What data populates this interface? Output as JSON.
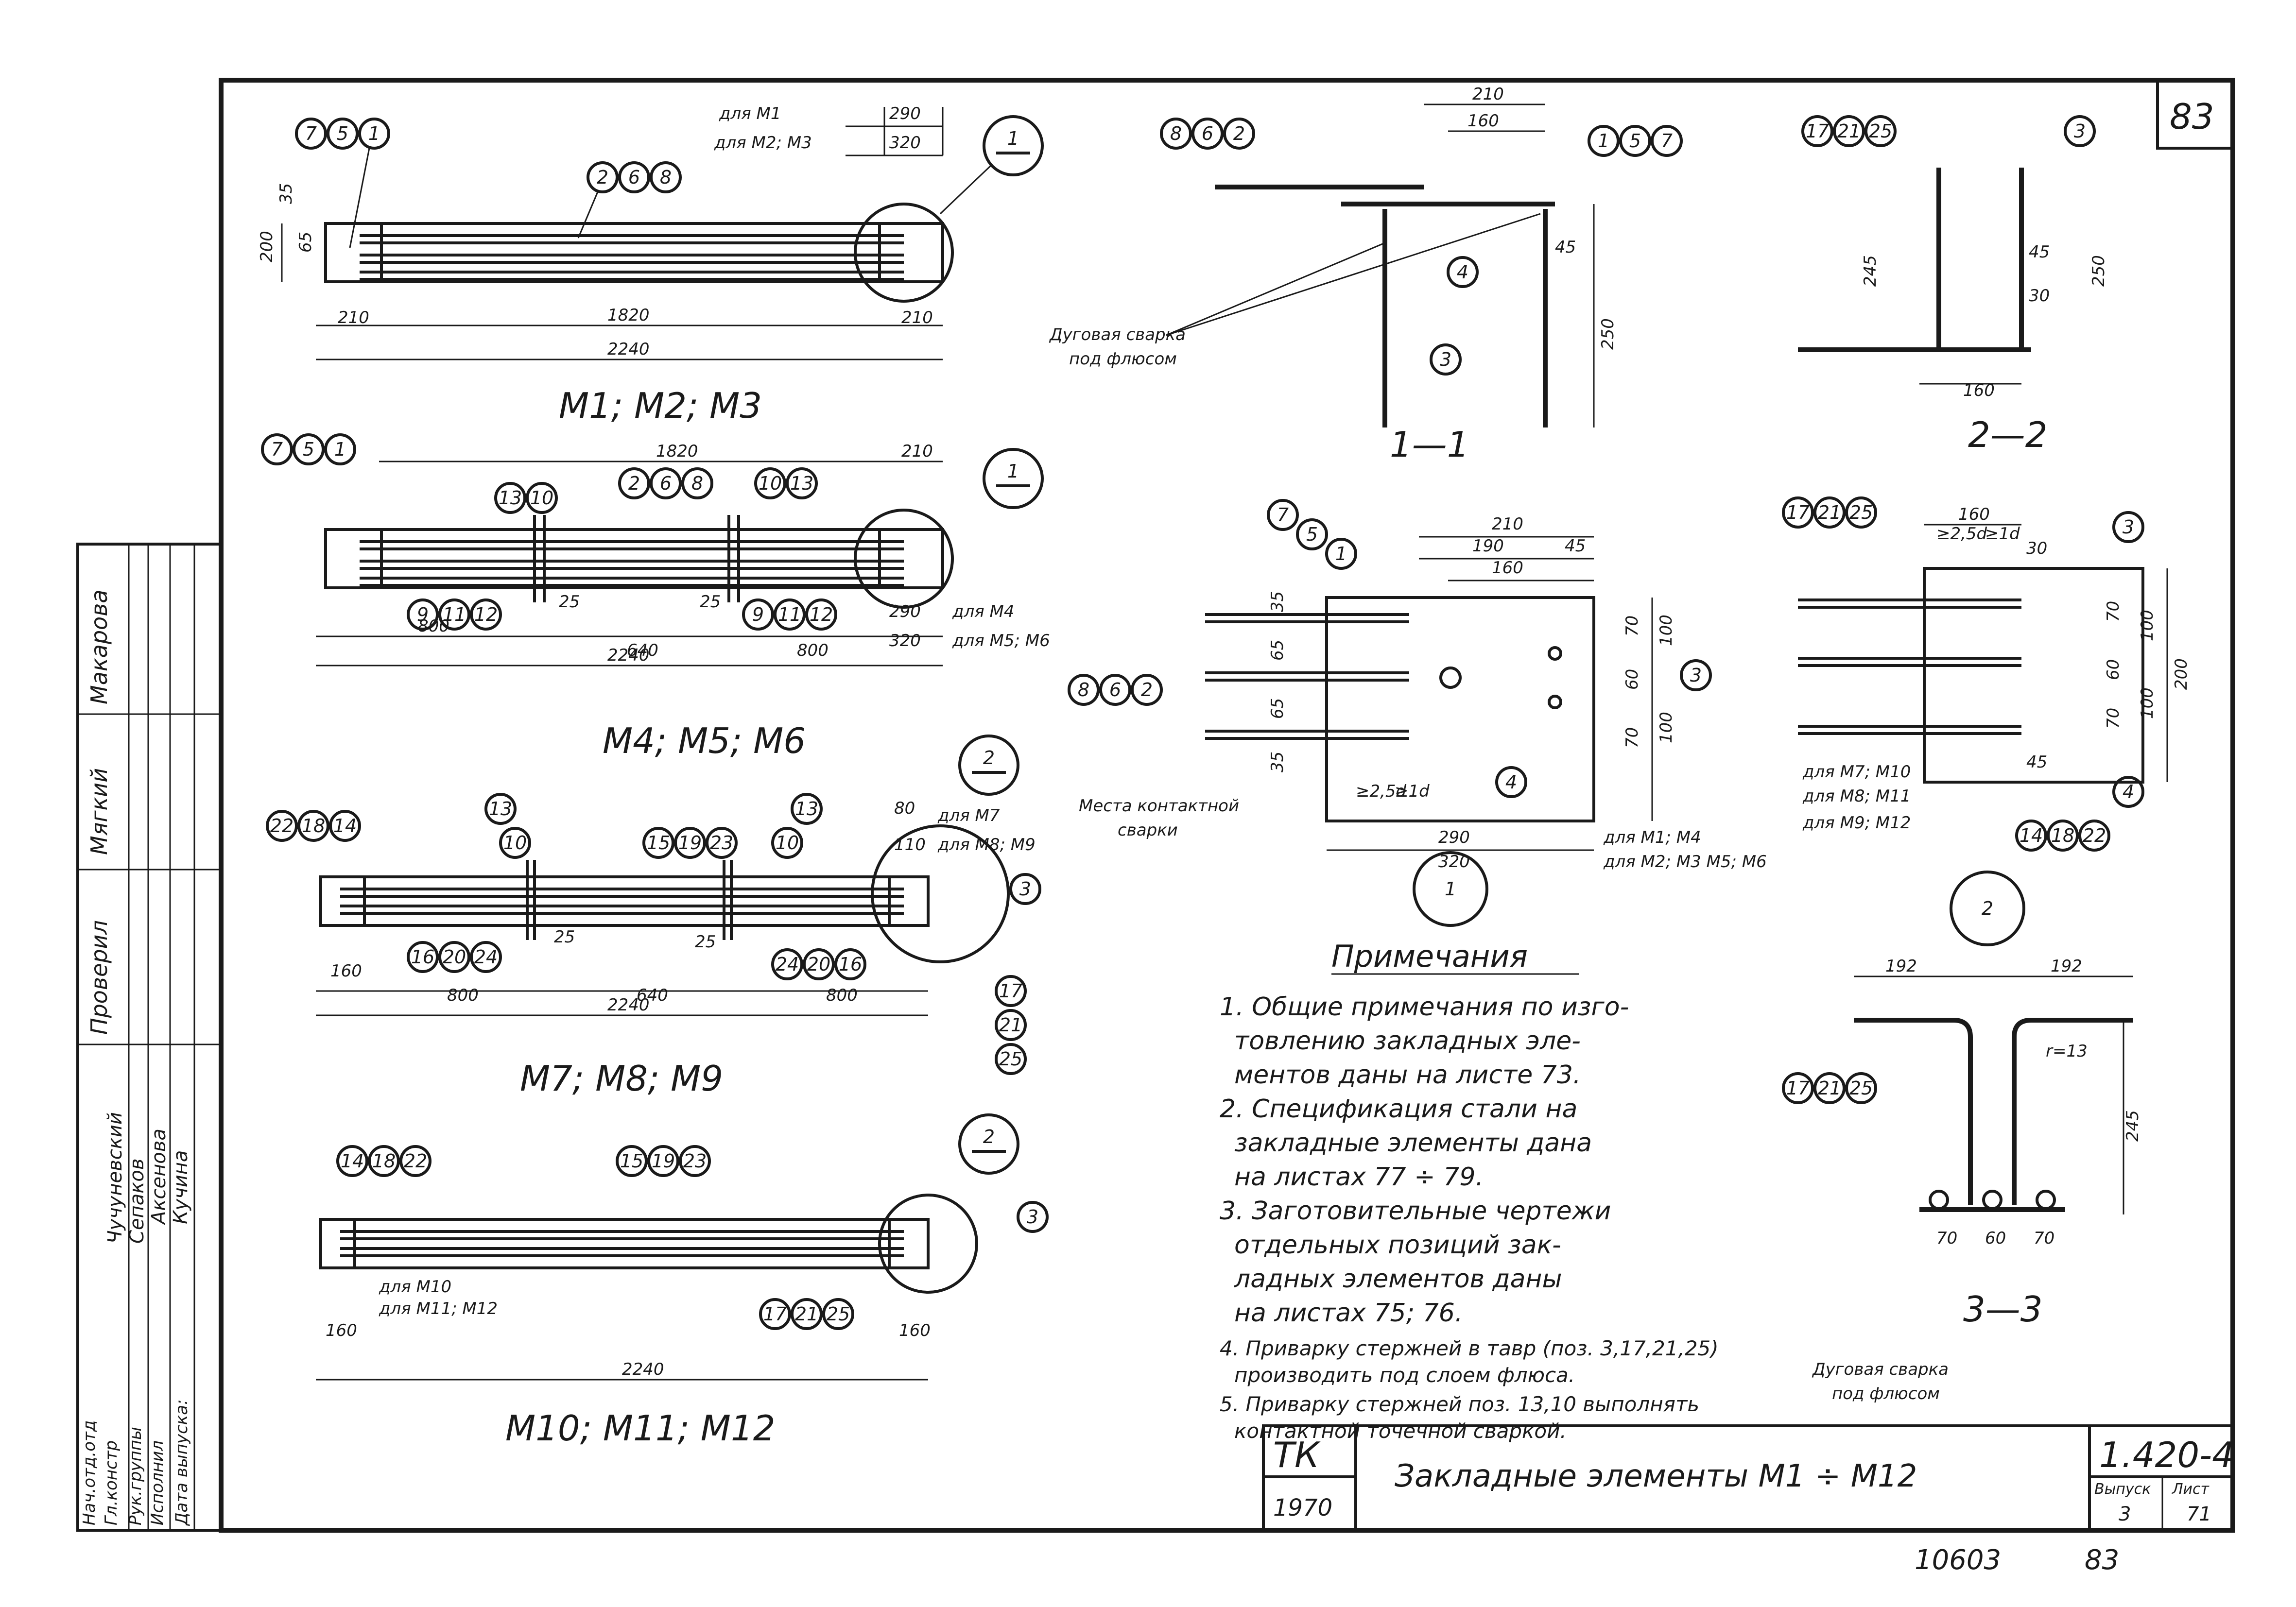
{
  "sheet": {
    "sheet_number": "83",
    "bottom_number": "10603",
    "bottom_page": "83"
  },
  "title_block": {
    "org": "ТК",
    "year": "1970",
    "title": "Закладные элементы М1 ÷ М12",
    "code": "1.420-4",
    "issue_label": "Выпуск",
    "sheet_label": "Лист",
    "issue": "3",
    "sheet": "71"
  },
  "stamp": {
    "roles": [
      "Нач.отд.отд",
      "Гл.констр",
      "Рук.группы",
      "Исполнил",
      "Дата выпуска:"
    ],
    "names": [
      "Чучуневский",
      "Сепаков",
      "Аксенова",
      "Кучина"
    ],
    "checked_label": "Проверил",
    "checked_name": "Мягкий",
    "checked_name2": "Макарова"
  },
  "captions": {
    "m1_m3": "М1; М2; М3",
    "m4_m6": "М4; М5; М6",
    "m7_m9": "М7; М8; М9",
    "m10_m12": "М10; М11; М12",
    "sec11": "1—1",
    "sec22": "2—2",
    "sec33": "3—3",
    "node1": "1",
    "node2": "2"
  },
  "labels": {
    "for_m1": "для М1",
    "for_m2m3": "для М2; М3",
    "for_m4": "для М4",
    "for_m5m6": "для М5; М6",
    "for_m7": "для М7",
    "for_m8m9": "для М8; М9",
    "for_m10": "для М10",
    "for_m11m12": "для М11; М12",
    "for_m1m4": "для М1; М4",
    "for_m2m3_m5m6": "для М2; М3 М5; М6",
    "for_m7m10": "для М7; М10",
    "for_m8m11": "для М8; М11",
    "for_m9m12": "для М9; М12",
    "arc_weld": "Дуговая сварка",
    "under_flux": "под флюсом",
    "contact_weld": "Места контактной",
    "contact_weld2": "сварки",
    "arc_weld2": "Дуговая сварка",
    "under_flux2": "под флюсом",
    "r13": "r=13"
  },
  "notes": {
    "heading": "Примечания",
    "lines": [
      "1. Общие примечания по изго-",
      "товлению закладных эле-",
      "ментов даны на листе 73.",
      "2. Спецификация стали на",
      "закладные элементы дана",
      "на листах 77 ÷ 79.",
      "3. Заготовительные чертежи",
      "отдельных позиций зак-",
      "ладных элементов даны",
      "на листах 75; 76.",
      "4. Приварку стержней в тавр (поз. 3,17,21,25)",
      "производить под слоем флюса.",
      "5. Приварку стержней поз. 13,10 выполнять",
      "контактной точечной сваркой."
    ]
  },
  "dims": {
    "d2240": "2240",
    "d1820": "1820",
    "d210": "210",
    "d290": "290",
    "d320": "320",
    "d200": "200",
    "d35": "35",
    "d65": "65",
    "d800": "800",
    "d640": "640",
    "d160": "160",
    "d80": "80",
    "d110": "110",
    "d25": "25",
    "d190": "190",
    "d45": "45",
    "d70": "70",
    "d100": "100",
    "d60": "60",
    "d250": "250",
    "d245": "245",
    "d30": "30",
    "d192": "192",
    "d2_5d": "≥2,5d",
    "d1d": "≥1d"
  },
  "bubbles": {
    "b1": "1",
    "b2": "2",
    "b3": "3",
    "b4": "4",
    "b5": "5",
    "b6": "6",
    "b7": "7",
    "b8": "8",
    "b9": "9",
    "b10": "10",
    "b11": "11",
    "b12": "12",
    "b13": "13",
    "b14": "14",
    "b15": "15",
    "b16": "16",
    "b17": "17",
    "b18": "18",
    "b19": "19",
    "b20": "20",
    "b21": "21",
    "b22": "22",
    "b23": "23",
    "b24": "24",
    "b25": "25"
  }
}
